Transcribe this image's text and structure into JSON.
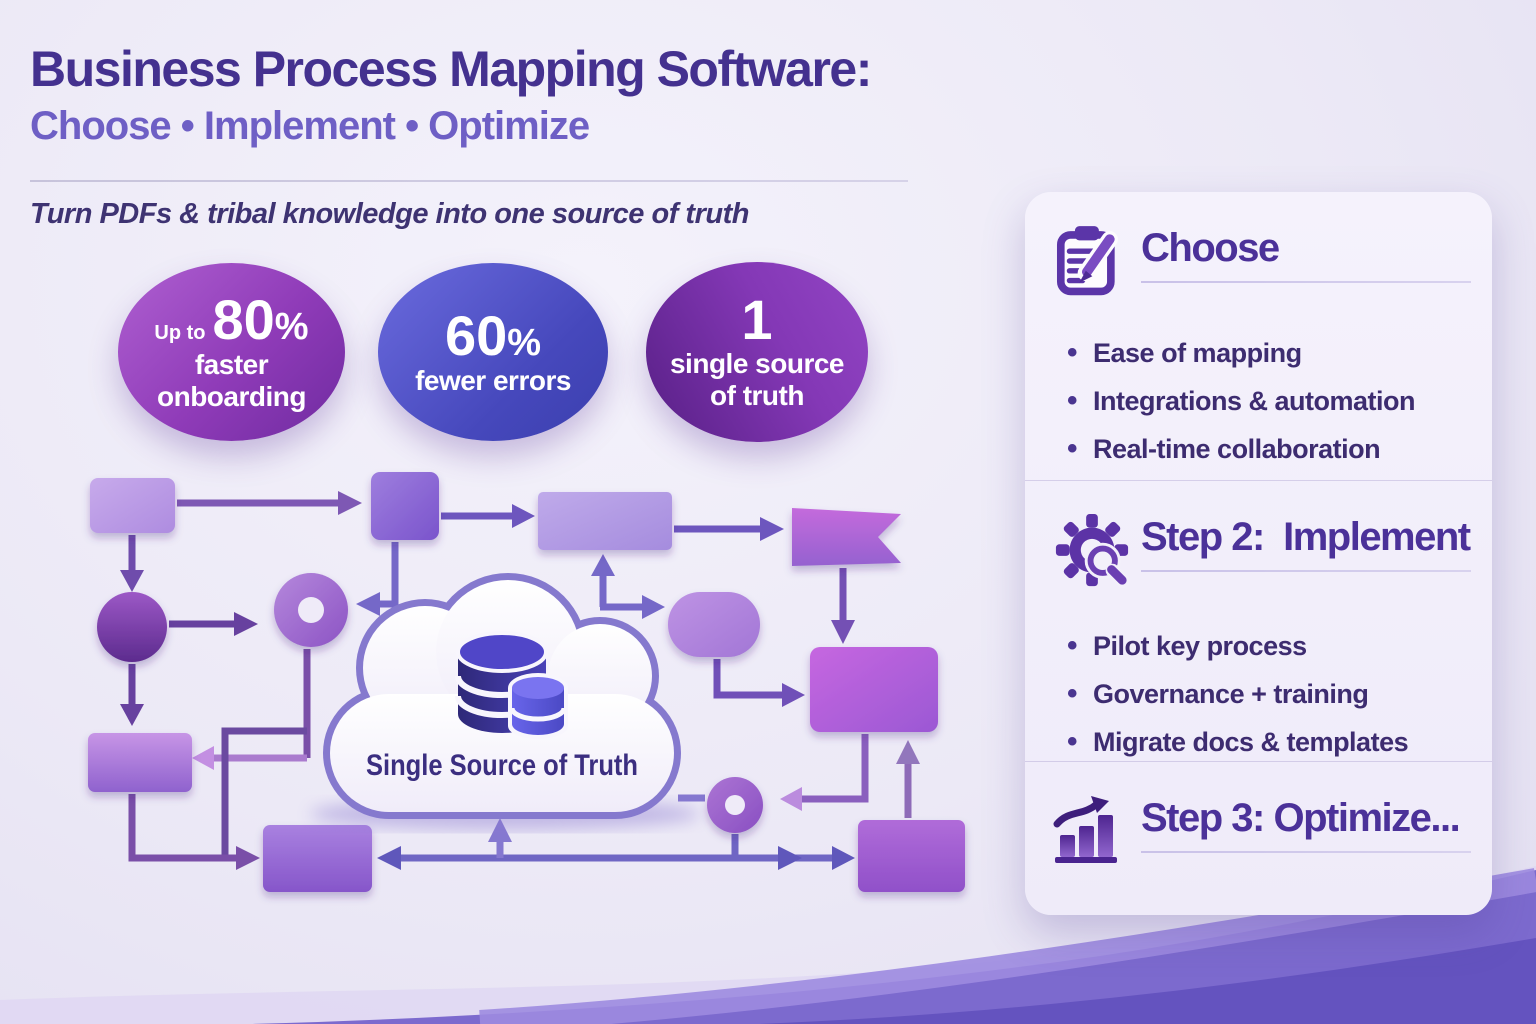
{
  "header": {
    "title": "Business Process Mapping Software:",
    "steps_line": "Choose • Implement • Optimize",
    "subtitle": "Turn PDFs & tribal knowledge into one source of truth"
  },
  "stats": [
    {
      "prefix": "Up to",
      "value": "80",
      "unit": "%",
      "line1": "faster",
      "line2": "onboarding"
    },
    {
      "prefix": "",
      "value": "60",
      "unit": "%",
      "line1": "fewer errors",
      "line2": ""
    },
    {
      "prefix": "",
      "value": "1",
      "unit": "",
      "line1": "single source",
      "line2": "of truth"
    }
  ],
  "diagram": {
    "cloud_label": "Single Source of Truth"
  },
  "sidebar": {
    "sections": [
      {
        "icon": "clipboard-pencil-icon",
        "heading": "Choose",
        "bullets": [
          "Ease of mapping",
          "Integrations & automation",
          "Real-time collaboration"
        ]
      },
      {
        "icon": "gear-magnifier-icon",
        "heading": "Step 2:  Implement",
        "bullets": [
          "Pilot key process",
          "Governance + training",
          "Migrate docs & templates"
        ]
      },
      {
        "icon": "bar-chart-growth-icon",
        "heading": "Step 3: Optimize...",
        "bullets": []
      }
    ]
  },
  "colors": {
    "title": "#44318F",
    "steps_line": "#6E5FC5",
    "section_heading": "#4B3199",
    "bullet_text": "#3D2C70",
    "icon_purple": "#5C33A6",
    "cloud_text": "#3B2E80",
    "wave_purple": "#7C6ACE"
  }
}
